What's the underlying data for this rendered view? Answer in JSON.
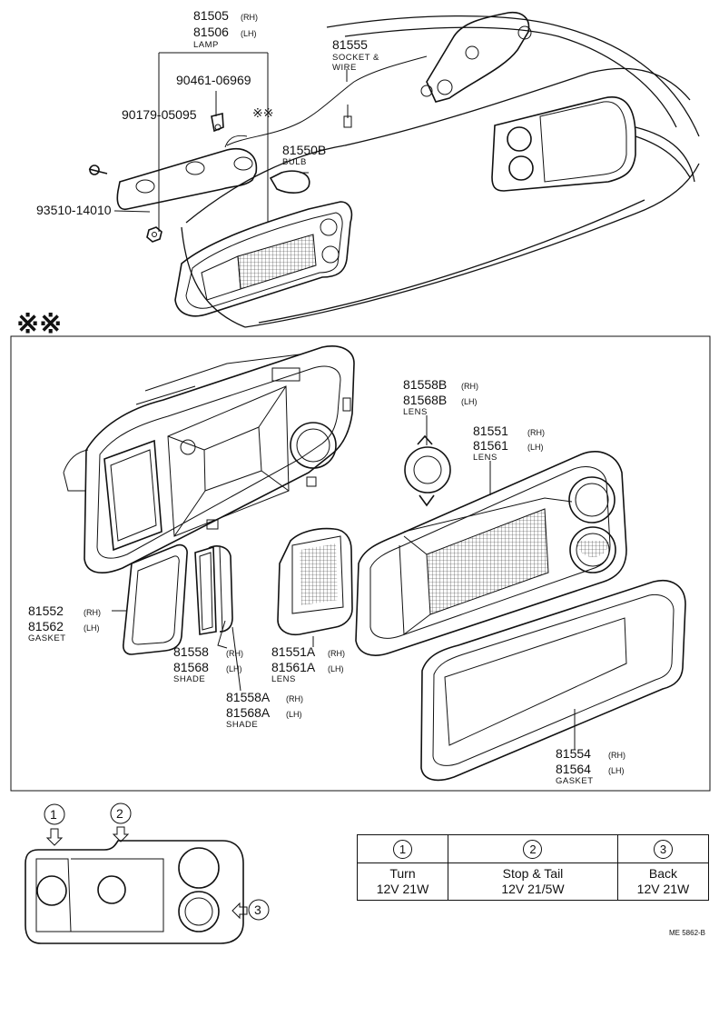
{
  "top_labels": {
    "lamp": {
      "rh": "81505",
      "rh_q": "(RH)",
      "lh": "81506",
      "lh_q": "(LH)",
      "name": "LAMP"
    },
    "socket": {
      "pn": "81555",
      "name1": "SOCKET &",
      "name2": "WIRE"
    },
    "clip": {
      "pn": "90461-06969"
    },
    "nut": {
      "pn": "90179-05095"
    },
    "bulb": {
      "pn": "81550B",
      "name": "BULB"
    },
    "screw": {
      "pn": "93510-14010"
    },
    "note_mark": "※※"
  },
  "section_mark": "※※",
  "detail_labels": {
    "lens_small": {
      "rh": "81558B",
      "rh_q": "(RH)",
      "lh": "81568B",
      "lh_q": "(LH)",
      "name": "LENS"
    },
    "lens_main": {
      "rh": "81551",
      "rh_q": "(RH)",
      "lh": "81561",
      "lh_q": "(LH)",
      "name": "LENS"
    },
    "gasket_left": {
      "rh": "81552",
      "rh_q": "(RH)",
      "lh": "81562",
      "lh_q": "(LH)",
      "name": "GASKET"
    },
    "shade": {
      "rh": "81558",
      "rh_q": "(RH)",
      "lh": "81568",
      "lh_q": "(LH)",
      "name": "SHADE"
    },
    "lens_turn": {
      "rh": "81551A",
      "rh_q": "(RH)",
      "lh": "81561A",
      "lh_q": "(LH)",
      "name": "LENS"
    },
    "shade_a": {
      "rh": "81558A",
      "rh_q": "(RH)",
      "lh": "81568A",
      "lh_q": "(LH)",
      "name": "SHADE"
    },
    "gasket_main": {
      "rh": "81554",
      "rh_q": "(RH)",
      "lh": "81564",
      "lh_q": "(LH)",
      "name": "GASKET"
    }
  },
  "position_markers": [
    "1",
    "2",
    "3"
  ],
  "bulb_table": {
    "columns": [
      {
        "num": "1",
        "function": "Turn",
        "spec": "12V 21W"
      },
      {
        "num": "2",
        "function": "Stop & Tail",
        "spec": "12V 21/5W"
      },
      {
        "num": "3",
        "function": "Back",
        "spec": "12V 21W"
      }
    ]
  },
  "figure_code": "ME 5862-B"
}
